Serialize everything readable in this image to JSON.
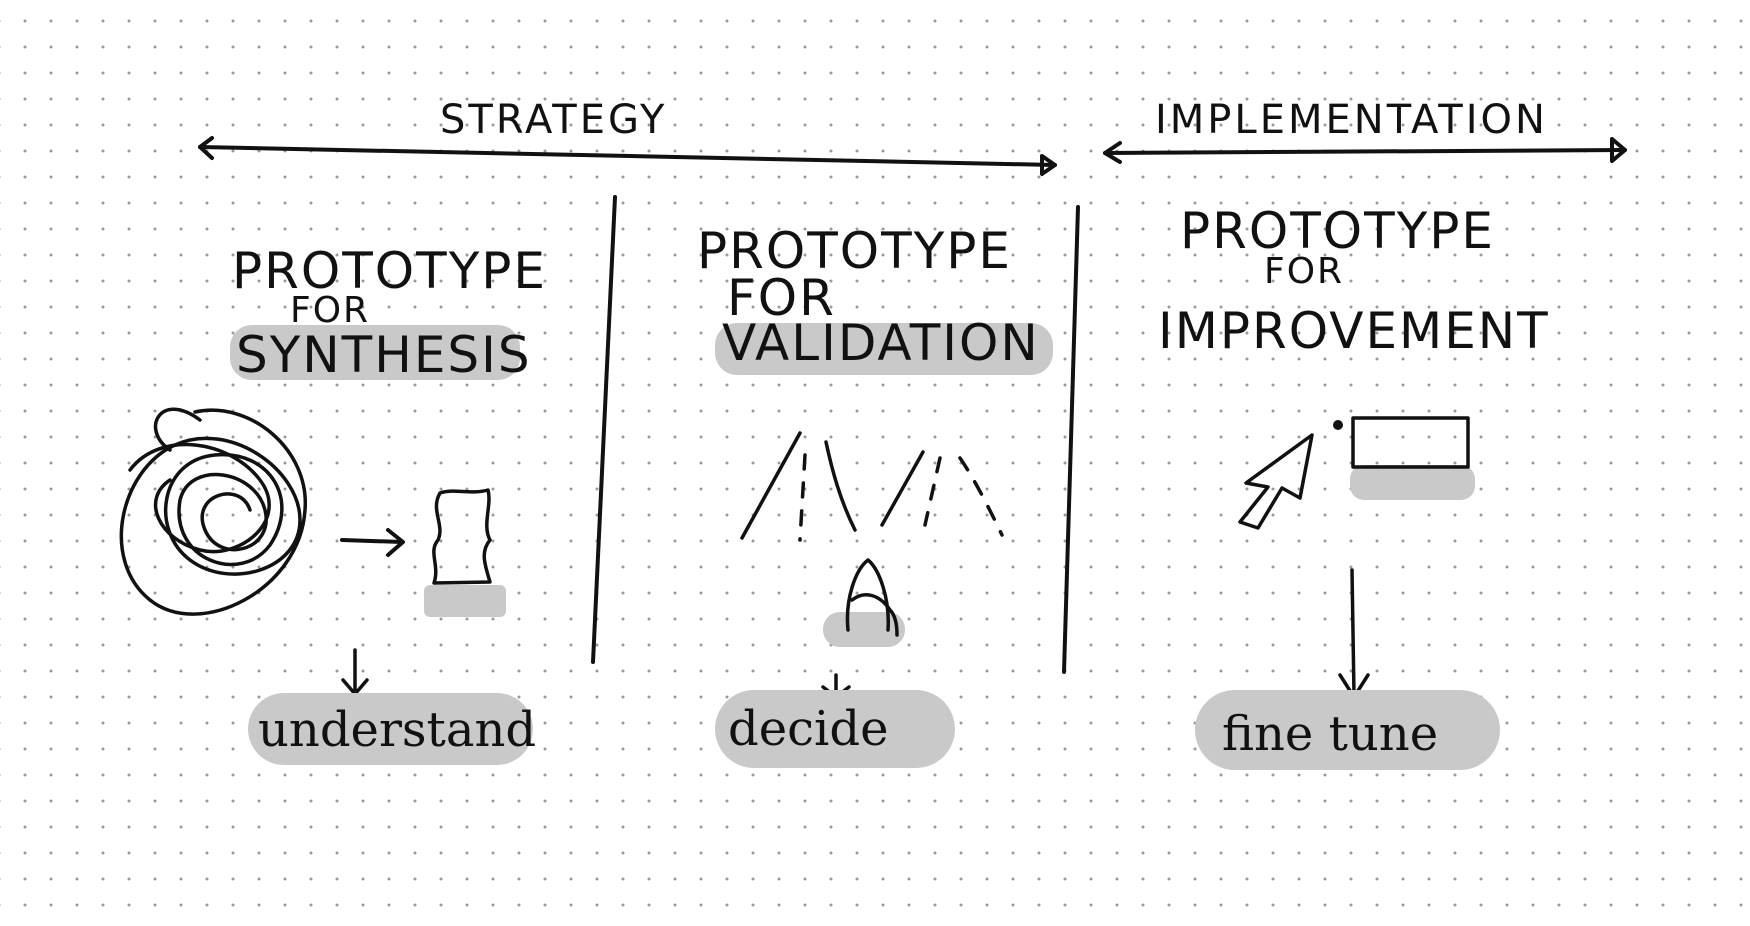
{
  "header": {
    "strategy": "STRATEGY",
    "implementation": "IMPLEMENTATION"
  },
  "columns": [
    {
      "title_line1": "PROTOTYPE",
      "title_line2": "FOR",
      "title_line3": "SYNTHESIS",
      "outcome": "understand"
    },
    {
      "title_line1": "PROTOTYPE",
      "title_line2": "FOR",
      "title_line3": "VALIDATION",
      "outcome": "decide"
    },
    {
      "title_line1": "PROTOTYPE",
      "title_line2": "FOR",
      "title_line3": "IMPROVEMENT",
      "outcome": "fine tune"
    }
  ],
  "colors": {
    "ink": "#111111",
    "highlight": "#c9c9c9",
    "grid_dot": "#9a9a9a"
  },
  "icons": [
    "scribble-icon",
    "shape-icon",
    "fork-road-icon",
    "traveler-icon",
    "cursor-arrow-icon",
    "window-icon"
  ]
}
